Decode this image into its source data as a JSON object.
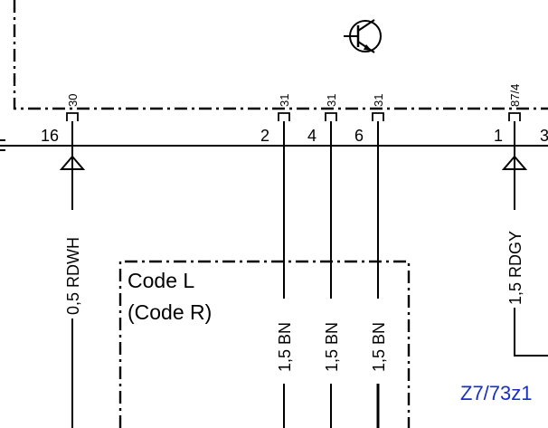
{
  "connector": {
    "pins": [
      {
        "pin": "16",
        "terminal": "30"
      },
      {
        "pin": "2",
        "terminal": "31"
      },
      {
        "pin": "4",
        "terminal": "31"
      },
      {
        "pin": "6",
        "terminal": "31"
      },
      {
        "pin": "1",
        "terminal": "87/4"
      },
      {
        "pin": "3",
        "terminal": ""
      }
    ]
  },
  "wires": [
    {
      "label": "0,5 RDWH"
    },
    {
      "label": "1,5 BN"
    },
    {
      "label": "1,5 BN"
    },
    {
      "label": "1,5 BN"
    },
    {
      "label": "1,5 RDGY"
    }
  ],
  "code_box": {
    "line1": "Code L",
    "line2": "(Code R)"
  },
  "reference": "Z7/73z1",
  "icons": {
    "transistor": "pnp-transistor-icon",
    "plug": "plug-connector-icon"
  }
}
